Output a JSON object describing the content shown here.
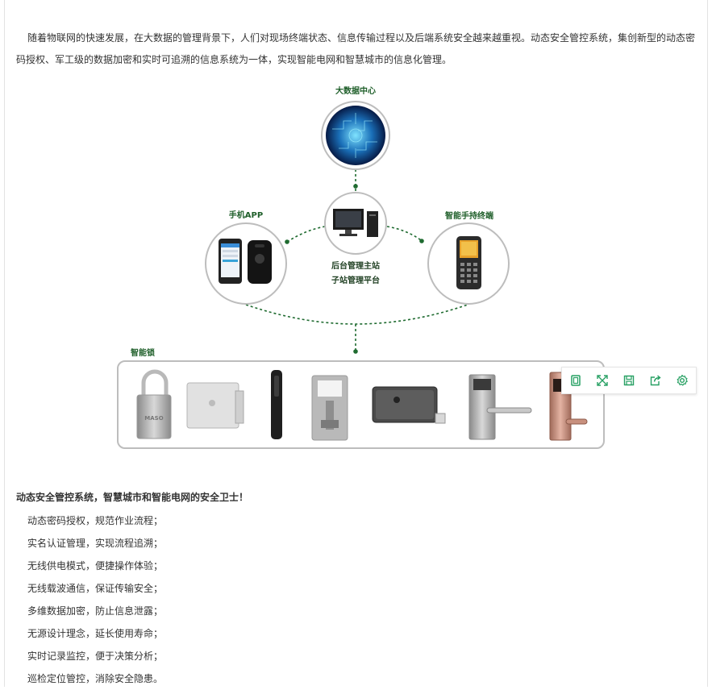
{
  "intro": "随着物联网的快速发展，在大数据的管理背景下，人们对现场终端状态、信息传输过程以及后端系统安全越来越重视。动态安全管控系统，集创新型的动态密码授权、军工级的数据加密和实时可追溯的信息系统为一体，实现智能电网和智慧城市的信息化管理。",
  "diagram": {
    "top_label": "大数据中心",
    "left_label": "手机APP",
    "right_label": "智能手持终端",
    "center_label_1": "后台管理主站",
    "center_label_2": "子站管理平台",
    "locks_label": "智能锁",
    "padlock_brand": "MASO"
  },
  "headline": "动态安全管控系统，智慧城市和智能电网的安全卫士！",
  "features": [
    "动态密码授权，规范作业流程；",
    "实名认证管理，实现流程追溯；",
    "无线供电模式，便捷操作体验；",
    "无线载波通信，保证传输安全；",
    "多维数据加密，防止信息泄露；",
    "无源设计理念，延长使用寿命；",
    "实时记录监控，便于决策分析；",
    "巡检定位管控，消除安全隐患。"
  ],
  "toolbar": {
    "icons": [
      "crop-icon",
      "fullscreen-icon",
      "save-icon",
      "share-icon",
      "settings-icon"
    ],
    "accent": "#27a063"
  },
  "colors": {
    "green": "#1f6b30",
    "text": "#333333"
  }
}
